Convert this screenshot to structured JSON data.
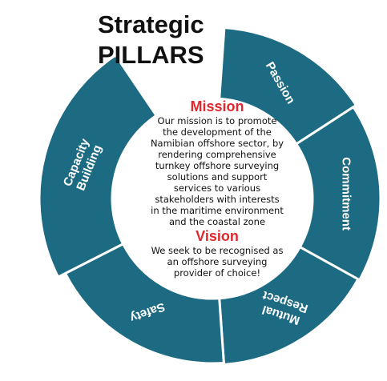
{
  "title": {
    "line1": "Strategic",
    "line2": "PILLARS"
  },
  "colors": {
    "segment": "#1d6b82",
    "heading": "#e0282e",
    "text": "#111111"
  },
  "pillars": [
    {
      "label": "Passion"
    },
    {
      "label": "Commitment"
    },
    {
      "label": "Mutual",
      "label2": "Respect"
    },
    {
      "label": "Safety"
    },
    {
      "label": "Capacity",
      "label2": "Building"
    }
  ],
  "mission": {
    "heading": "Mission",
    "lines": [
      "Our mission is to promote",
      "the development of the",
      "Namibian offshore sector, by",
      "rendering comprehensive",
      "turnkey offshore surveying",
      "solutions and support",
      "services to various",
      "stakeholders with interests",
      "in the maritime environment",
      "and the coastal zone"
    ]
  },
  "vision": {
    "heading": "Vision",
    "lines": [
      "We seek to be recognised as",
      "an offshore surveying",
      "provider of choice!"
    ]
  }
}
